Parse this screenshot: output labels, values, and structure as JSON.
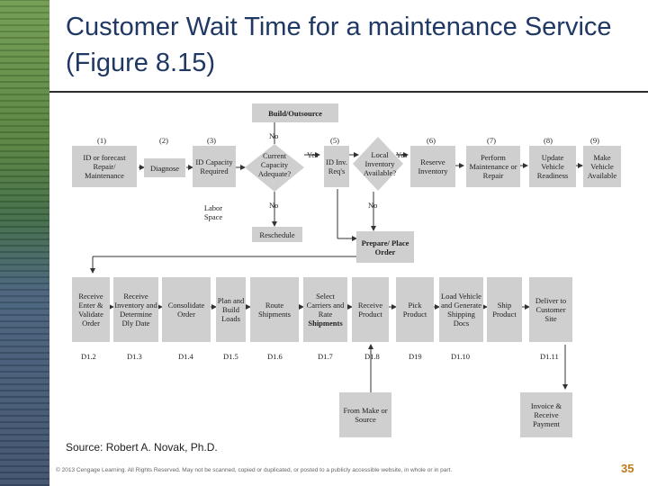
{
  "slide": {
    "title": "Customer Wait Time for a maintenance Service (Figure 8.15)",
    "source": "Source: Robert A. Novak, Ph.D.",
    "copyright": "© 2013 Cengage Learning. All Rights Reserved. May not be scanned, copied or duplicated, or posted to a publicly accessible website, in whole or in part.",
    "page_number": "35"
  },
  "diagram": {
    "top": {
      "build": "Build/Outsource",
      "id_forecast": "ID or forecast Repair/ Maintenance",
      "diagnose": "Diagnose",
      "id_capacity": "ID Capacity Required",
      "current_capacity": "Current Capacity Adequate?",
      "id_inv": "ID Inv. Req's",
      "local_inv": "Local Inventory Available?",
      "reserve_inv": "Reserve Inventory",
      "perform": "Perform Maintenance or Repair",
      "update": "Update Vehicle Readiness",
      "make_ready": "Make Vehicle Available",
      "labor_space": "Labor Space",
      "reschedule": "Reschedule",
      "prepare_order": "Prepare/ Place Order"
    },
    "step_numbers": [
      "(1)",
      "(2)",
      "(3)",
      "(5)",
      "(6)",
      "(7)",
      "(8)",
      "(9)"
    ],
    "decisions": {
      "no": "No",
      "yes": "Yes"
    },
    "bottom": {
      "receive_enter": "Receive Enter & Validate Order",
      "receive_inventory": "Receive Inventory and Determine Dly Date",
      "consolidate": "Consolidate Order",
      "plan_build": "Plan and Build Loads",
      "route": "Route Shipments",
      "select_carriers": "Select Carriers and Rate",
      "shipments": "Shipments",
      "receive_product": "Receive Product",
      "pick_product": "Pick Product",
      "load_vehicle": "Load Vehicle and Generate Shipping Docs",
      "ship_product": "Ship Product",
      "deliver": "Deliver to Customer Site",
      "from_make": "From Make or Source",
      "invoice": "Invoice & Receive Payment"
    },
    "d_labels": [
      "D1.2",
      "D1.3",
      "D1.4",
      "D1.5",
      "D1.6",
      "D1.7",
      "D1.8",
      "D19",
      "D1.10",
      "D1.11"
    ]
  }
}
